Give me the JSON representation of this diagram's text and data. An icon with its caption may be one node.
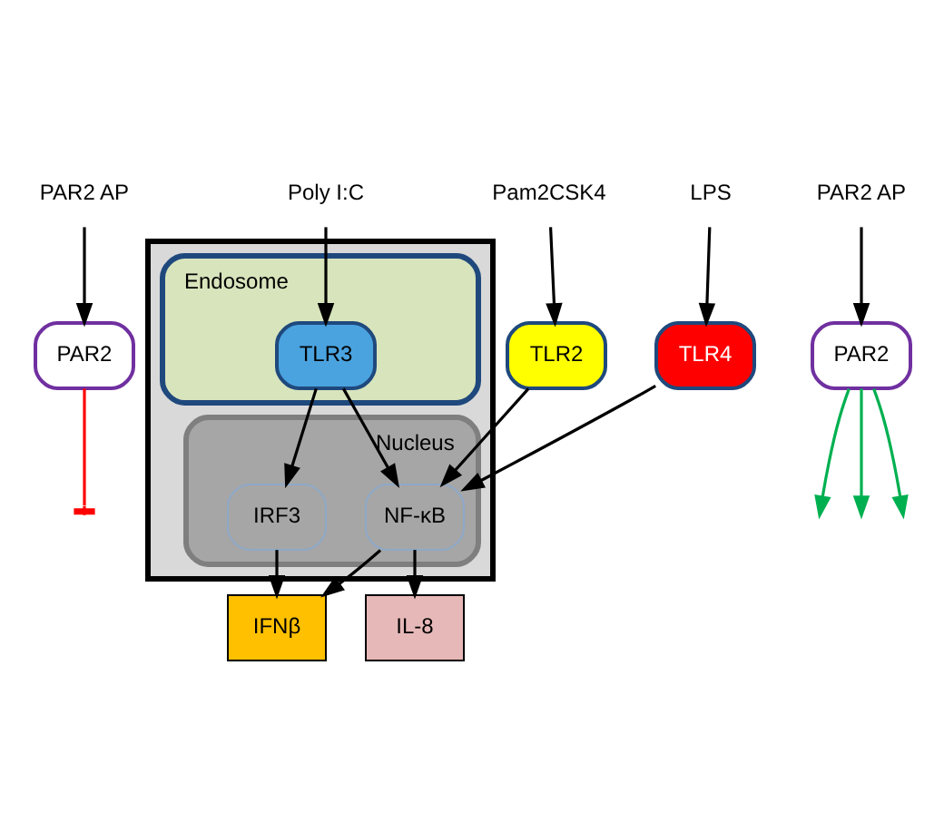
{
  "diagram": {
    "nodes": [
      {
        "text": [
          "PAR2 AP"
        ]
      },
      {
        "text": [
          "PAR2"
        ]
      },
      {
        "text": [
          "Poly I:C"
        ]
      },
      {
        "text": [
          "Pam2CSK4"
        ]
      },
      {
        "text": [
          "TLR2"
        ]
      },
      {
        "text": [
          "LPS"
        ]
      },
      {
        "text": [
          "TLR4"
        ]
      },
      {
        "text": [
          "PAR2 AP"
        ]
      },
      {
        "text": [
          "PAR2"
        ]
      },
      {
        "text": [],
        "shape": "box"
      },
      {
        "text": [
          "Endosome"
        ],
        "in": 9
      },
      {
        "text": [
          "TLR3"
        ],
        "in": 10
      },
      {
        "text": [
          "Nucleus"
        ],
        "in": 9
      },
      {
        "text": [
          "IRF3"
        ],
        "in": 12
      },
      {
        "text": [
          "NF-κB"
        ],
        "in": 12
      },
      {
        "text": [
          "IFNβ"
        ]
      },
      {
        "text": [
          "IL-8"
        ]
      }
    ],
    "edges": [
      {
        "from": 0,
        "to": 1,
        "arrow": "to"
      },
      {
        "from": 2,
        "to": 11,
        "arrow": "to"
      },
      {
        "from": 3,
        "to": 4,
        "arrow": "to"
      },
      {
        "from": 5,
        "to": 6,
        "arrow": "to"
      },
      {
        "from": 7,
        "to": 8,
        "arrow": "to"
      },
      {
        "from": 1,
        "to": null,
        "arrow": "other",
        "color": "#ff0000"
      },
      {
        "from": 8,
        "to": null,
        "arrow": "to",
        "color": "#00b050"
      },
      {
        "from": 8,
        "to": null,
        "arrow": "to",
        "color": "#00b050"
      },
      {
        "from": 8,
        "to": null,
        "arrow": "to",
        "color": "#00b050"
      },
      {
        "from": 11,
        "to": 13,
        "arrow": "to"
      },
      {
        "from": 11,
        "to": 14,
        "arrow": "to"
      },
      {
        "from": 4,
        "to": 14,
        "arrow": "to"
      },
      {
        "from": 6,
        "to": 14,
        "arrow": "to"
      },
      {
        "from": 13,
        "to": 15,
        "arrow": "to"
      },
      {
        "from": 14,
        "to": 15,
        "arrow": "to"
      },
      {
        "from": 14,
        "to": 16,
        "arrow": "to"
      }
    ]
  }
}
